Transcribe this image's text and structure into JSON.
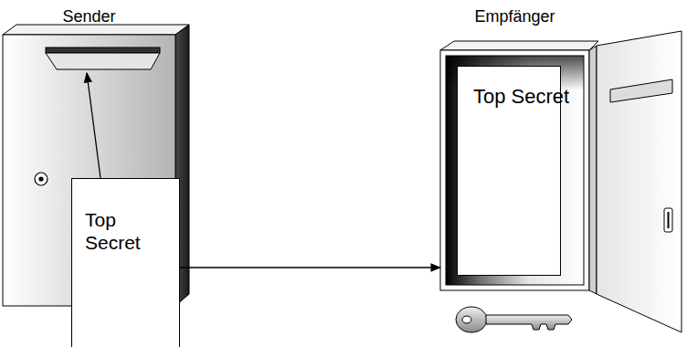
{
  "diagram": {
    "nodes": [
      {
        "text": [
          "Sender"
        ]
      },
      {
        "text": [
          "Top Secret"
        ]
      },
      {
        "text": [
          "Empfänger"
        ]
      },
      {
        "text": [
          "Top Secret"
        ],
        "in": 2
      }
    ],
    "edges": [
      {
        "from": 0,
        "to": 2,
        "arrow": "to"
      }
    ]
  }
}
